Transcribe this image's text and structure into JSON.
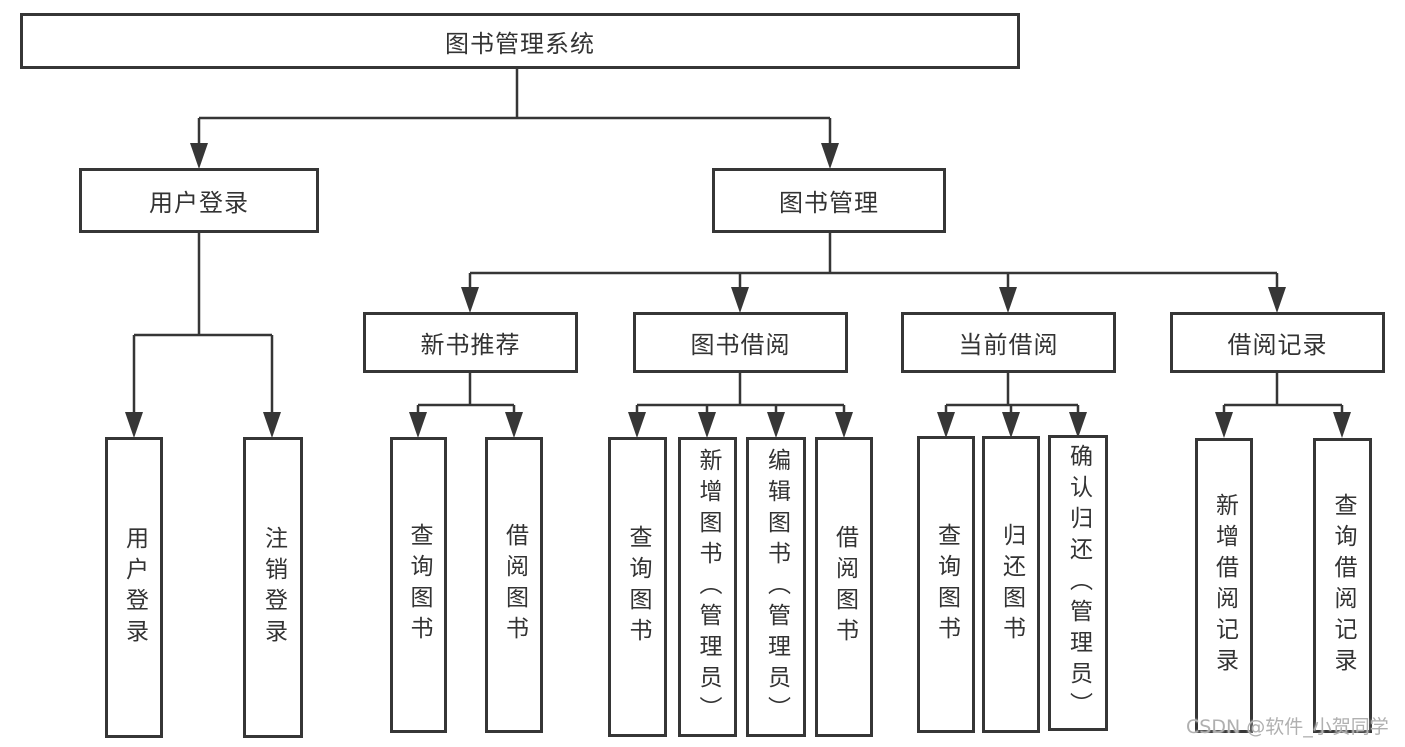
{
  "tree": {
    "root": "图书管理系统",
    "branches": [
      {
        "label": "用户登录",
        "children": [
          "用户登录",
          "注销登录"
        ]
      },
      {
        "label": "图书管理",
        "groups": [
          {
            "label": "新书推荐",
            "children": [
              "查询图书",
              "借阅图书"
            ]
          },
          {
            "label": "图书借阅",
            "children": [
              "查询图书",
              "新增图书（管理员）",
              "编辑图书（管理员）",
              "借阅图书"
            ]
          },
          {
            "label": "当前借阅",
            "children": [
              "查询图书",
              "归还图书",
              "确认归还（管理员）"
            ]
          },
          {
            "label": "借阅记录",
            "children": [
              "新增借阅记录",
              "查询借阅记录"
            ]
          }
        ]
      }
    ]
  },
  "watermark": {
    "text": "CSDN @软件_小贺同学"
  },
  "colors": {
    "line": "#363636",
    "text": "#333333",
    "watermark": "#b0b0b0",
    "background": "#ffffff"
  }
}
